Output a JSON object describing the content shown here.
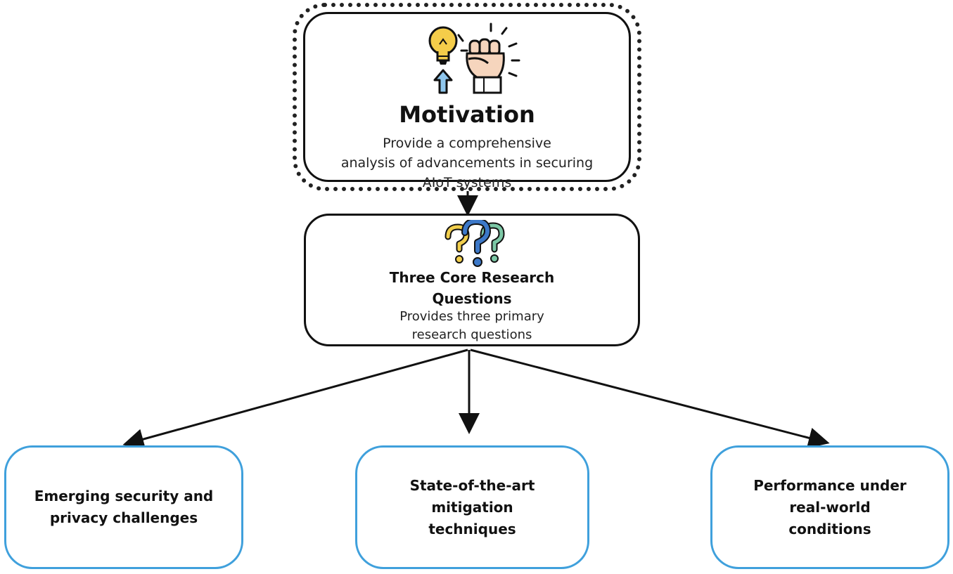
{
  "motivation": {
    "title": "Motivation",
    "description_lines": [
      "Provide a comprehensive",
      "analysis of  advancements in securing",
      "AIoT systems"
    ],
    "icons": [
      "lightbulb-icon",
      "raised-fist-icon",
      "up-arrow-icon"
    ]
  },
  "research_questions": {
    "title_lines": [
      "Three Core Research",
      "Questions"
    ],
    "description_lines": [
      "Provides three primary",
      "research questions"
    ],
    "icons": [
      "question-marks-icon"
    ]
  },
  "questions": [
    {
      "lines": [
        "Emerging security and",
        "privacy challenges"
      ]
    },
    {
      "lines": [
        "State-of-the-art mitigation",
        "techniques"
      ]
    },
    {
      "lines": [
        "Performance under",
        "real-world",
        "conditions"
      ]
    }
  ],
  "colors": {
    "leaf_border": "#3fa0dc",
    "node_border": "#111111",
    "bulb": "#f5cd4a",
    "arrow_icon": "#8fc6ec",
    "fist": "#f6d5bd",
    "question_yellow": "#f2cf4d",
    "question_blue": "#3c78c8",
    "question_green": "#7cc8a6"
  }
}
